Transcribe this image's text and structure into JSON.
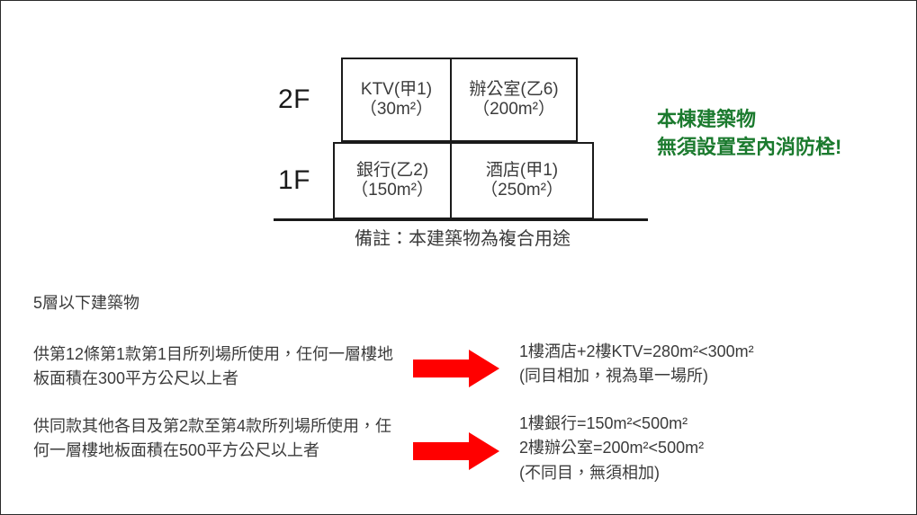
{
  "diagram": {
    "floors": [
      {
        "label": "2F",
        "rooms": [
          {
            "name": "KTV(甲1)",
            "area": "（30m²）"
          },
          {
            "name": "辦公室(乙6)",
            "area": "（200m²）"
          }
        ]
      },
      {
        "label": "1F",
        "rooms": [
          {
            "name": "銀行(乙2)",
            "area": "（150m²）"
          },
          {
            "name": "酒店(甲1)",
            "area": "（250m²）"
          }
        ]
      }
    ],
    "note": "備註：本建築物為複合用途"
  },
  "conclusion": {
    "line1": "本棟建築物",
    "line2": "無須設置室內消防栓!",
    "color": "#1B7A2E"
  },
  "section": {
    "heading": "5層以下建築物"
  },
  "criteria": [
    {
      "condition": "供第12條第1款第1目所列場所使用，任何一層樓地板面積在300平方公尺以上者",
      "arrow_icon": "right-arrow-icon",
      "arrow_color": "#FF0000",
      "result_lines": [
        "1樓酒店+2樓KTV=280m²<300m²",
        "(同目相加，視為單一場所)"
      ]
    },
    {
      "condition": "供同款其他各目及第2款至第4款所列場所使用，任何一層樓地板面積在500平方公尺以上者",
      "arrow_icon": "right-arrow-icon",
      "arrow_color": "#FF0000",
      "result_lines": [
        "1樓銀行=150m²<500m²",
        "2樓辦公室=200m²<500m²",
        "(不同目，無須相加)"
      ]
    }
  ]
}
